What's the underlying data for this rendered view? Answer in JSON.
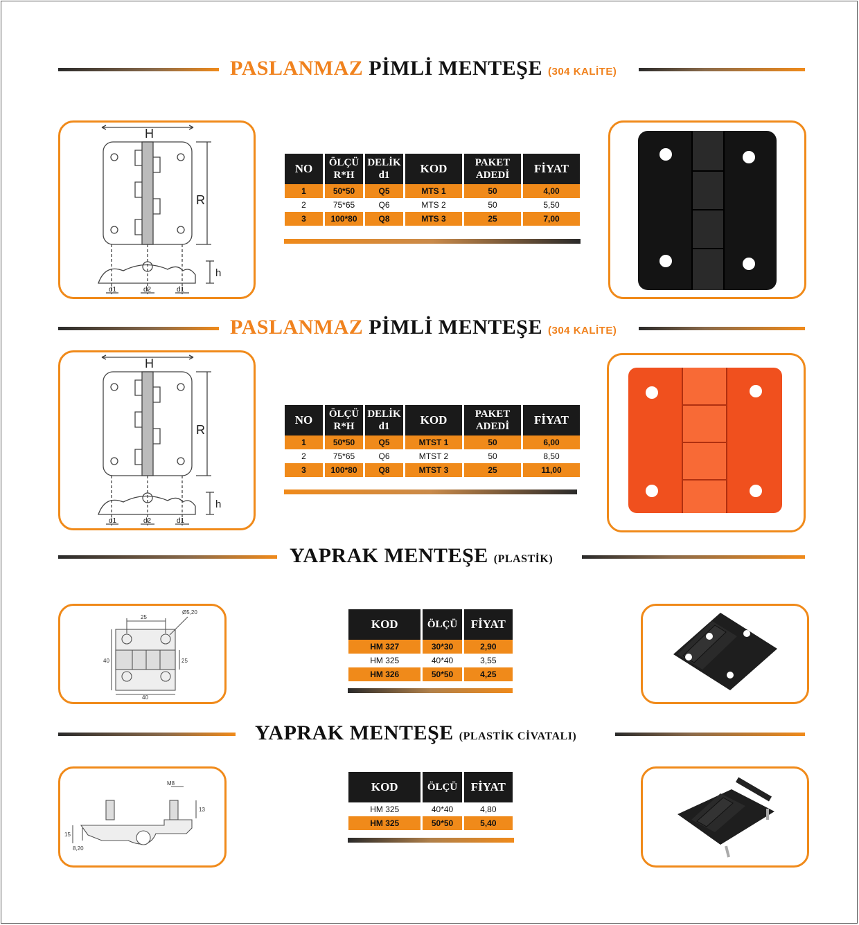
{
  "sections": [
    {
      "title_orange": "PASLANMAZ",
      "title_black": "PİMLİ MENTEŞE",
      "title_note": "(304 KALİTE)",
      "table": {
        "headers": [
          "NO",
          "ÖLÇÜ R*H",
          "DELİK d1",
          "KOD",
          "PAKET ADEDİ",
          "FİYAT"
        ],
        "rows": [
          [
            "1",
            "50*50",
            "Q5",
            "MTS 1",
            "50",
            "4,00"
          ],
          [
            "2",
            "75*65",
            "Q6",
            "MTS 2",
            "50",
            "5,50"
          ],
          [
            "3",
            "100*80",
            "Q8",
            "MTS 3",
            "25",
            "7,00"
          ]
        ]
      },
      "drawing_labels": {
        "h_top": "H",
        "r": "R",
        "h_side": "h",
        "d1": "d1",
        "d2": "d2"
      },
      "product_color": "#141414"
    },
    {
      "title_orange": "PASLANMAZ",
      "title_black": "PİMLİ MENTEŞE",
      "title_note": "(304 KALİTE)",
      "table": {
        "headers": [
          "NO",
          "ÖLÇÜ R*H",
          "DELİK d1",
          "KOD",
          "PAKET ADEDİ",
          "FİYAT"
        ],
        "rows": [
          [
            "1",
            "50*50",
            "Q5",
            "MTST 1",
            "50",
            "6,00"
          ],
          [
            "2",
            "75*65",
            "Q6",
            "MTST 2",
            "50",
            "8,50"
          ],
          [
            "3",
            "100*80",
            "Q8",
            "MTST 3",
            "25",
            "11,00"
          ]
        ]
      },
      "drawing_labels": {
        "h_top": "H",
        "r": "R",
        "h_side": "h",
        "d1": "d1",
        "d2": "d2"
      },
      "product_color": "#f0501e"
    },
    {
      "title_black": "YAPRAK MENTEŞE",
      "title_note": "(PLASTİK)",
      "table": {
        "headers": [
          "KOD",
          "ÖLÇÜ",
          "FİYAT"
        ],
        "rows": [
          [
            "HM 327",
            "30*30",
            "2,90"
          ],
          [
            "HM 325",
            "40*40",
            "3,55"
          ],
          [
            "HM 326",
            "50*50",
            "4,25"
          ]
        ]
      },
      "drawing_labels": {
        "top": "25",
        "diag": "Ø5,20",
        "left": "40",
        "right": "25",
        "bottom": "40"
      }
    },
    {
      "title_black": "YAPRAK MENTEŞE",
      "title_note": "(PLASTİK CİVATALI)",
      "table": {
        "headers": [
          "KOD",
          "ÖLÇÜ",
          "FİYAT"
        ],
        "rows": [
          [
            "HM 325",
            "40*40",
            "4,80"
          ],
          [
            "HM 325",
            "50*50",
            "5,40"
          ]
        ]
      },
      "drawing_labels": {
        "m": "M8",
        "h": "13",
        "a": "15",
        "b": "8,20"
      }
    }
  ],
  "colors": {
    "accent": "#f08a1a",
    "dark": "#1a1a1a",
    "red_orange": "#f0501e"
  }
}
